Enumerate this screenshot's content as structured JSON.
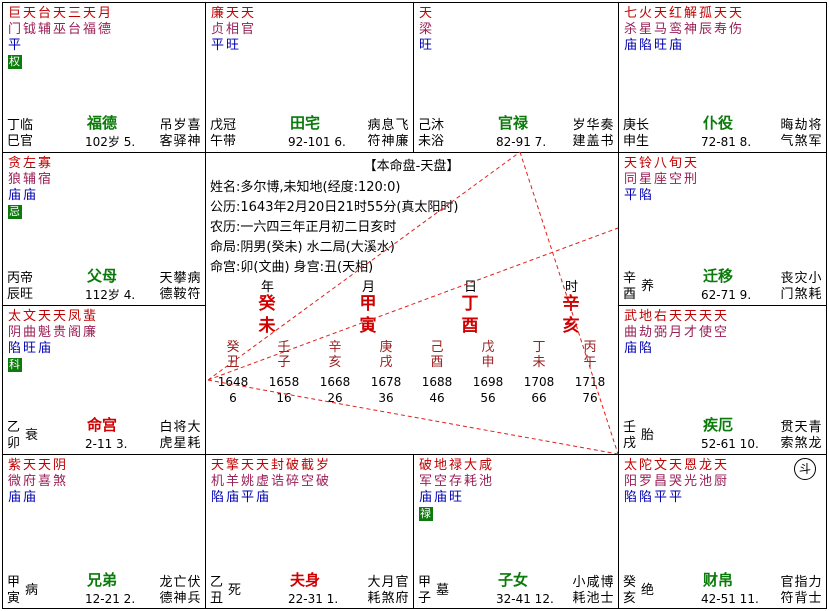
{
  "center": {
    "title": "【本命盘-天盘】",
    "lines": [
      "姓名:多尔博,未知地(经度:120:0)",
      "公历:1643年2月20日21时55分(真太阳时)",
      "农历:一六四三年正月初二日亥时",
      "命局:阴男(癸未)    水二局(大溪水)",
      "命宫:卯(文曲)    身宫:丑(天相)"
    ],
    "pillar_labels": [
      "年",
      "月",
      "日",
      "时"
    ],
    "pillars": [
      [
        "癸",
        "未"
      ],
      [
        "甲",
        "寅"
      ],
      [
        "丁",
        "酉"
      ],
      [
        "辛",
        "亥"
      ]
    ],
    "decades": [
      {
        "gan": "癸",
        "zhi": "丑",
        "year": "1648",
        "age": "6"
      },
      {
        "gan": "壬",
        "zhi": "子",
        "year": "1658",
        "age": "16"
      },
      {
        "gan": "辛",
        "zhi": "亥",
        "year": "1668",
        "age": "26"
      },
      {
        "gan": "庚",
        "zhi": "戌",
        "year": "1678",
        "age": "36"
      },
      {
        "gan": "己",
        "zhi": "酉",
        "year": "1688",
        "age": "46"
      },
      {
        "gan": "戊",
        "zhi": "申",
        "year": "1698",
        "age": "56"
      },
      {
        "gan": "丁",
        "zhi": "未",
        "year": "1708",
        "age": "66"
      },
      {
        "gan": "丙",
        "zhi": "午",
        "year": "1718",
        "age": "76"
      }
    ]
  },
  "dou_symbol": "斗",
  "palaces": [
    {
      "id": "si",
      "name": "福德",
      "stars": [
        [
          "巨",
          "门",
          "平",
          "权"
        ],
        [
          "天",
          "钺"
        ],
        [
          "台",
          "辅"
        ],
        [
          "天",
          "巫"
        ],
        [
          "三",
          "台"
        ],
        [
          "天",
          "福"
        ],
        [
          "月",
          "德"
        ]
      ],
      "stage": [
        "丁临",
        "巳官"
      ],
      "decade": "102岁 5.",
      "gods": [
        [
          "吊",
          "客"
        ],
        [
          "岁",
          "驿"
        ],
        [
          "喜",
          "神"
        ]
      ]
    },
    {
      "id": "wu",
      "name": "田宅",
      "stars": [
        [
          "廉",
          "贞",
          "平"
        ],
        [
          "天",
          "相",
          "旺"
        ],
        [
          "天",
          "官"
        ]
      ],
      "stage": [
        "戊冠",
        "午带"
      ],
      "decade": "92-101 6.",
      "gods": [
        [
          "病",
          "符"
        ],
        [
          "息",
          "神"
        ],
        [
          "飞",
          "廉"
        ]
      ]
    },
    {
      "id": "wei",
      "name": "官禄",
      "stars": [
        [
          "天",
          "梁",
          "旺"
        ]
      ],
      "stage": [
        "己沐",
        "未浴"
      ],
      "decade": "82-91 7.",
      "gods": [
        [
          "岁",
          "建"
        ],
        [
          "华",
          "盖"
        ],
        [
          "奏",
          "书"
        ]
      ]
    },
    {
      "id": "shen",
      "name": "仆役",
      "stars": [
        [
          "七",
          "杀",
          "庙"
        ],
        [
          "火",
          "星",
          "陷"
        ],
        [
          "天",
          "马",
          "旺"
        ],
        [
          "红",
          "鸾",
          "庙"
        ],
        [
          "解",
          "神"
        ],
        [
          "孤",
          "辰"
        ],
        [
          "天",
          "寿"
        ],
        [
          "天",
          "伤"
        ]
      ],
      "stage": [
        "庚长",
        "申生"
      ],
      "decade": "72-81 8.",
      "gods": [
        [
          "晦",
          "气"
        ],
        [
          "劫",
          "煞"
        ],
        [
          "将",
          "军"
        ]
      ]
    },
    {
      "id": "chen",
      "name": "父母",
      "stars": [
        [
          "贪",
          "狼",
          "庙",
          "忌"
        ],
        [
          "左",
          "辅",
          "庙"
        ],
        [
          "寡",
          "宿"
        ]
      ],
      "stage": [
        "丙帝",
        "辰旺"
      ],
      "decade": "112岁 4.",
      "gods": [
        [
          "天",
          "德"
        ],
        [
          "攀",
          "鞍"
        ],
        [
          "病",
          "符"
        ]
      ]
    },
    {
      "id": "you",
      "name": "迁移",
      "stars": [
        [
          "天",
          "同",
          "平"
        ],
        [
          "铃",
          "星",
          "陷"
        ],
        [
          "八",
          "座"
        ],
        [
          "旬",
          "空"
        ],
        [
          "天",
          "刑"
        ]
      ],
      "stage": [
        "辛",
        "酉"
      ],
      "stage_suffix": "养",
      "decade": "62-71 9.",
      "gods": [
        [
          "丧",
          "门"
        ],
        [
          "灾",
          "煞"
        ],
        [
          "小",
          "耗"
        ]
      ]
    },
    {
      "id": "mao",
      "name": "命宫",
      "red": true,
      "stars": [
        [
          "太",
          "阴",
          "陷",
          "科"
        ],
        [
          "文",
          "曲",
          "旺"
        ],
        [
          "天",
          "魁",
          "庙"
        ],
        [
          "天",
          "贵"
        ],
        [
          "凤",
          "阁"
        ],
        [
          "蜚",
          "廉"
        ]
      ],
      "stage": [
        "乙",
        "卯"
      ],
      "stage_suffix": "衰",
      "decade": "2-11 3.",
      "gods": [
        [
          "白",
          "虎"
        ],
        [
          "将",
          "星"
        ],
        [
          "大",
          "耗"
        ]
      ]
    },
    {
      "id": "xu",
      "name": "疾厄",
      "stars": [
        [
          "武",
          "曲",
          "庙"
        ],
        [
          "地",
          "劫",
          "陷"
        ],
        [
          "右",
          "弼"
        ],
        [
          "天",
          "月"
        ],
        [
          "天",
          "才"
        ],
        [
          "天",
          "使"
        ],
        [
          "天",
          "空"
        ]
      ],
      "stage": [
        "壬",
        "戌"
      ],
      "stage_suffix": "胎",
      "decade": "52-61 10.",
      "gods": [
        [
          "贯",
          "索"
        ],
        [
          "天",
          "煞"
        ],
        [
          "青",
          "龙"
        ]
      ]
    },
    {
      "id": "yin",
      "name": "兄弟",
      "stars": [
        [
          "紫",
          "微",
          "庙"
        ],
        [
          "天",
          "府",
          "庙"
        ],
        [
          "天",
          "喜"
        ],
        [
          "阴",
          "煞"
        ]
      ],
      "stage": [
        "甲",
        "寅"
      ],
      "stage_suffix": "病",
      "decade": "12-21 2.",
      "gods": [
        [
          "龙",
          "德"
        ],
        [
          "亡",
          "神"
        ],
        [
          "伏",
          "兵"
        ]
      ]
    },
    {
      "id": "chou",
      "name": "夫身",
      "red": true,
      "stars": [
        [
          "天",
          "机",
          "陷"
        ],
        [
          "擎",
          "羊",
          "庙"
        ],
        [
          "天",
          "姚",
          "平"
        ],
        [
          "天",
          "虚",
          "庙"
        ],
        [
          "封",
          "诰"
        ],
        [
          "破",
          "碎"
        ],
        [
          "截",
          "空"
        ],
        [
          "岁",
          "破"
        ]
      ],
      "stage": [
        "乙",
        "丑"
      ],
      "stage_suffix": "死",
      "decade": "22-31 1.",
      "gods": [
        [
          "大",
          "耗"
        ],
        [
          "月",
          "煞"
        ],
        [
          "官",
          "府"
        ]
      ]
    },
    {
      "id": "zi",
      "name": "子女",
      "stars": [
        [
          "破",
          "军",
          "庙",
          "禄"
        ],
        [
          "地",
          "空",
          "庙"
        ],
        [
          "禄",
          "存",
          "旺"
        ],
        [
          "大",
          "耗"
        ],
        [
          "咸",
          "池"
        ]
      ],
      "stage": [
        "甲",
        "子"
      ],
      "stage_suffix": "墓",
      "decade": "32-41 12.",
      "gods": [
        [
          "小",
          "耗"
        ],
        [
          "咸",
          "池"
        ],
        [
          "博",
          "士"
        ]
      ]
    },
    {
      "id": "hai",
      "name": "财帛",
      "stars": [
        [
          "太",
          "阳",
          "陷"
        ],
        [
          "陀",
          "罗",
          "陷"
        ],
        [
          "文",
          "昌",
          "平"
        ],
        [
          "天",
          "哭",
          "平"
        ],
        [
          "恩",
          "光"
        ],
        [
          "龙",
          "池"
        ],
        [
          "天",
          "厨"
        ]
      ],
      "stage": [
        "癸",
        "亥"
      ],
      "stage_suffix": "绝",
      "decade": "42-51 11.",
      "gods": [
        [
          "官",
          "符"
        ],
        [
          "指",
          "背"
        ],
        [
          "力",
          "士"
        ]
      ]
    }
  ]
}
